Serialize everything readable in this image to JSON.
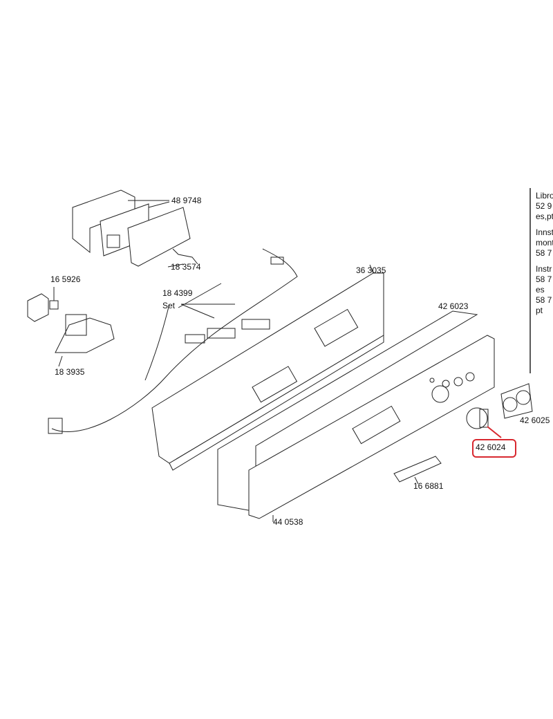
{
  "parts": {
    "p489748": "48 9748",
    "p183574": "18 3574",
    "p165926": "16 5926",
    "p184399": "18 4399",
    "p184399_set": "Set",
    "p363035": "36 3035",
    "p426023": "42 6023",
    "p183935": "18 3935",
    "p426025": "42 6025",
    "p426024": "42 6024",
    "p166881": "16 6881",
    "p440538": "44 0538"
  },
  "side_notes": {
    "l1": "Libro",
    "l2": "52 9",
    "l3": "es,pt",
    "l4": "Innst",
    "l5": "mont",
    "l6": "58 7",
    "l7": "Instr",
    "l8": "58 7",
    "l9": "es",
    "l10": "58 7",
    "l11": "pt"
  },
  "highlight_color": "#d8282f"
}
